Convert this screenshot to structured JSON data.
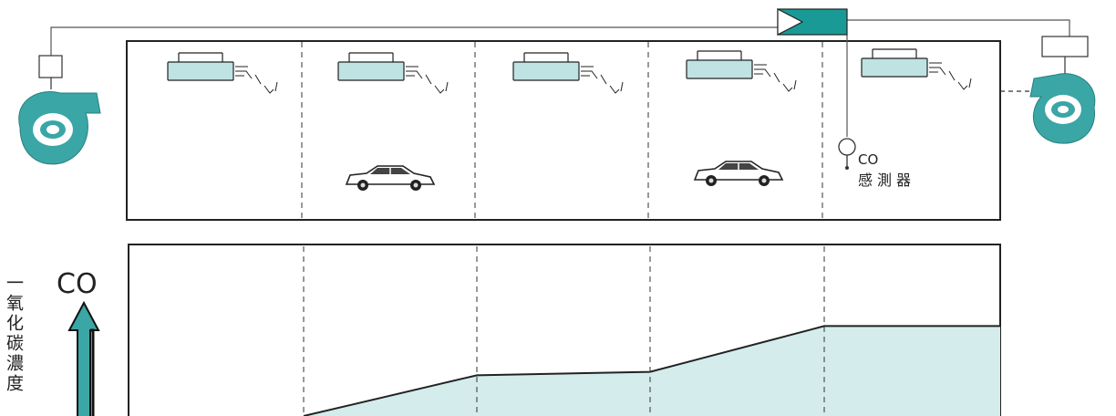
{
  "sensor": {
    "label_top": "CO",
    "label_bottom": "感測器"
  },
  "graph": {
    "y_label_vertical": "一氧化碳濃度",
    "unit_label": "CO",
    "concentration_profile": [
      0,
      0,
      0.24,
      0.26,
      0.53,
      0.53
    ]
  },
  "colors": {
    "equipment": "#bfe2e2",
    "fan": "#3aa6a6",
    "controller": "#1a9a96",
    "fill": "#d4ecec",
    "line": "#222222"
  },
  "icons": [
    "exhaust-fan-icon",
    "supply-fan-icon",
    "jet-fan-icon",
    "car-icon",
    "co-sensor-icon",
    "controller-icon",
    "up-arrow-icon"
  ]
}
